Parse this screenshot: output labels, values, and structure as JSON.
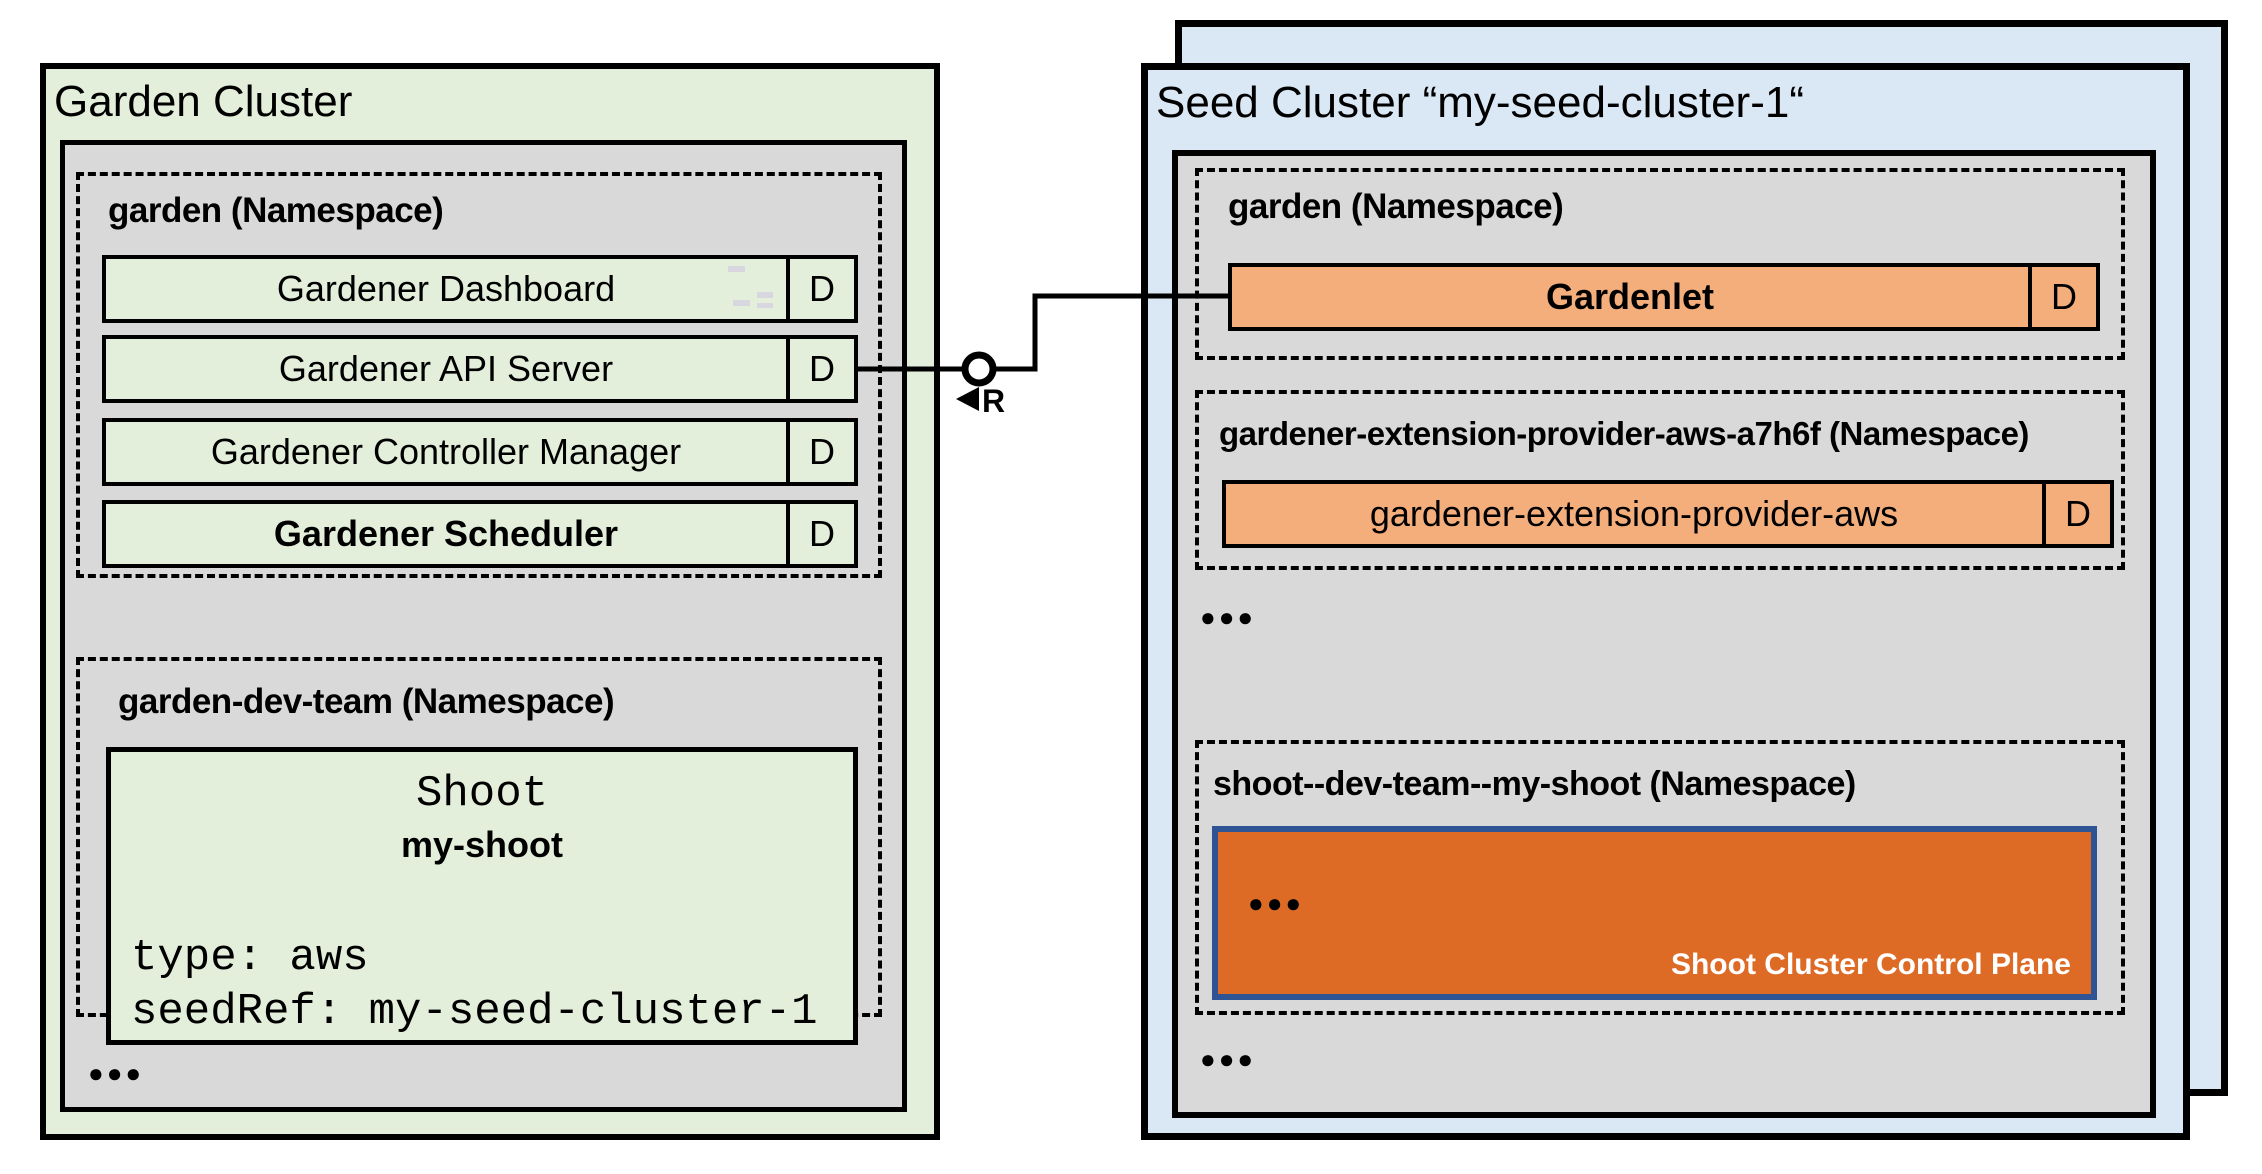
{
  "colors": {
    "green": "#e3efda",
    "gray": "#d9d9d9",
    "blue": "#dae7f4",
    "orange": "#f4ae7c",
    "dark_orange": "#dd6b26",
    "blue_border": "#2f5496",
    "ink": "#000000"
  },
  "garden_cluster": {
    "title": "Garden Cluster",
    "garden_ns": {
      "label": "garden (Namespace)",
      "rows": [
        {
          "label": "Gardener Dashboard",
          "badge": "D"
        },
        {
          "label": "Gardener API Server",
          "badge": "D"
        },
        {
          "label": "Gardener Controller Manager",
          "badge": "D"
        },
        {
          "label": "Gardener Scheduler",
          "badge": "D"
        }
      ]
    },
    "dev_ns": {
      "label": "garden-dev-team (Namespace)",
      "shoot": {
        "kind": "Shoot",
        "name": "my-shoot",
        "lines": [
          "type: aws",
          "seedRef: my-seed-cluster-1"
        ]
      }
    },
    "more": "●●●"
  },
  "seed_cluster": {
    "title": "Seed Cluster “my-seed-cluster-1“",
    "garden_ns": {
      "label": "garden (Namespace)",
      "row": {
        "label": "Gardenlet",
        "badge": "D"
      }
    },
    "ext_ns": {
      "label": "gardener-extension-provider-aws-a7h6f (Namespace)",
      "row": {
        "label": "gardener-extension-provider-aws",
        "badge": "D"
      }
    },
    "more_top": "●●●",
    "shoot_ns": {
      "label": "shoot--dev-team--my-shoot (Namespace)",
      "control_plane": {
        "more": "●●●",
        "label": "Shoot Cluster Control Plane"
      }
    },
    "more_bottom": "●●●"
  },
  "connector": {
    "label": "R"
  }
}
